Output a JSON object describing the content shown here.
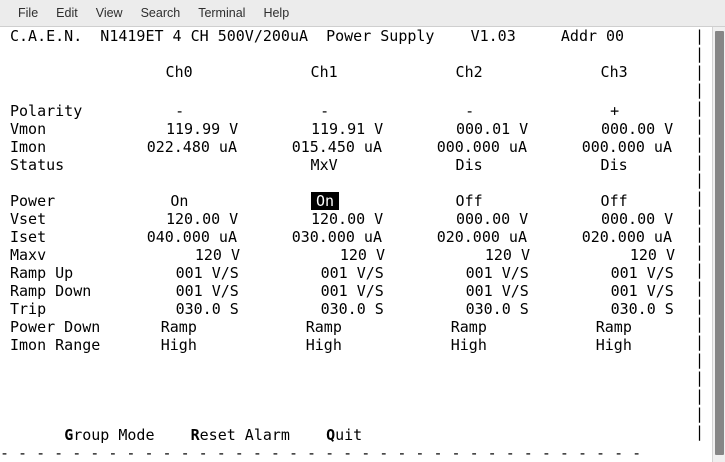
{
  "menubar": {
    "items": [
      {
        "label": "File"
      },
      {
        "label": "Edit"
      },
      {
        "label": "View"
      },
      {
        "label": "Search"
      },
      {
        "label": "Terminal"
      },
      {
        "label": "Help"
      }
    ]
  },
  "terminal": {
    "title_line": "C.A.E.N.  N1419ET 4 CH 500V/200uA  Power Supply    V1.03     Addr 00",
    "device": {
      "manufacturer": "C.A.E.N.",
      "model": "N1419ET 4 CH 500V/200uA",
      "type": "Power Supply",
      "firmware": "V1.03",
      "address": "Addr 00"
    },
    "channel_headers": [
      "Ch0",
      "Ch1",
      "Ch2",
      "Ch3"
    ],
    "monitor_rows": [
      {
        "label": "Polarity",
        "values": [
          "-",
          "-",
          "-",
          "+"
        ],
        "align": "center"
      },
      {
        "label": "Vmon",
        "values": [
          "119.99 V",
          "119.91 V",
          "000.01 V",
          "000.00 V"
        ],
        "align": "right"
      },
      {
        "label": "Imon",
        "values": [
          "022.480 uA",
          "015.450 uA",
          "000.000 uA",
          "000.000 uA"
        ],
        "align": "right"
      },
      {
        "label": "Status",
        "values": [
          "",
          "MxV",
          "Dis",
          "Dis"
        ],
        "align": "center"
      }
    ],
    "setting_rows": [
      {
        "label": "Power",
        "values": [
          "On",
          "On",
          "Off",
          "Off"
        ],
        "align": "center",
        "highlight": 1
      },
      {
        "label": "Vset",
        "values": [
          "120.00 V",
          "120.00 V",
          "000.00 V",
          "000.00 V"
        ],
        "align": "right"
      },
      {
        "label": "Iset",
        "values": [
          "040.000 uA",
          "030.000 uA",
          "020.000 uA",
          "020.000 uA"
        ],
        "align": "right"
      },
      {
        "label": "Maxv",
        "values": [
          "120 V",
          "120 V",
          "120 V",
          "120 V"
        ],
        "align": "right"
      },
      {
        "label": "Ramp Up",
        "values": [
          "001 V/S",
          "001 V/S",
          "001 V/S",
          "001 V/S"
        ],
        "align": "right"
      },
      {
        "label": "Ramp Down",
        "values": [
          "001 V/S",
          "001 V/S",
          "001 V/S",
          "001 V/S"
        ],
        "align": "right"
      },
      {
        "label": "Trip",
        "values": [
          "030.0 S",
          "030.0 S",
          "030.0 S",
          "030.0 S"
        ],
        "align": "right"
      },
      {
        "label": "Power Down",
        "values": [
          "Ramp",
          "Ramp",
          "Ramp",
          "Ramp"
        ],
        "align": "center"
      },
      {
        "label": "Imon Range",
        "values": [
          "High",
          "High",
          "High",
          "High"
        ],
        "align": "center"
      }
    ],
    "footer_menu": [
      {
        "key": "G",
        "rest": "roup Mode"
      },
      {
        "key": "R",
        "rest": "eset Alarm"
      },
      {
        "key": "Q",
        "rest": "uit"
      }
    ],
    "border_char": "|",
    "rule_char": "-",
    "colors": {
      "background": "#ffffff",
      "foreground": "#000000",
      "highlight_bg": "#000000",
      "highlight_fg": "#ffffff",
      "menubar_bg": "#ececec",
      "scrollbar_thumb": "#868686"
    }
  }
}
